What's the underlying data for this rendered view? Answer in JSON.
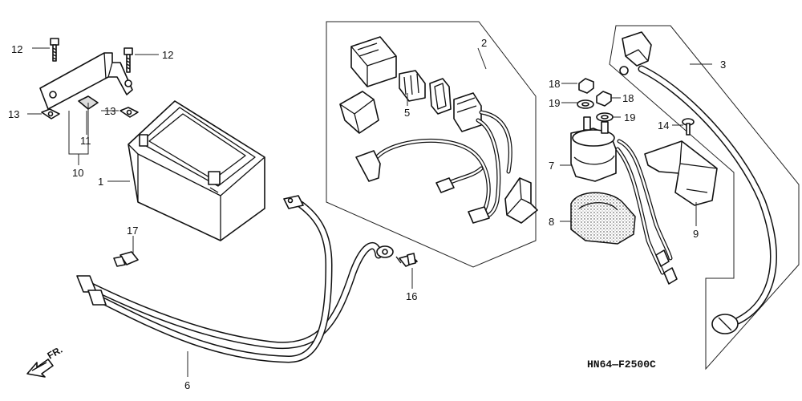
{
  "diagram": {
    "code": "HN64—F2500C",
    "direction_label": "FR.",
    "callouts": {
      "c1": "1",
      "c2": "2",
      "c3": "3",
      "c5": "5",
      "c6": "6",
      "c7": "7",
      "c8": "8",
      "c9": "9",
      "c10": "10",
      "c11": "11",
      "c12a": "12",
      "c12b": "12",
      "c13a": "13",
      "c13b": "13",
      "c14": "14",
      "c16": "16",
      "c17": "17",
      "c18a": "18",
      "c18b": "18",
      "c19a": "19",
      "c19b": "19"
    }
  }
}
